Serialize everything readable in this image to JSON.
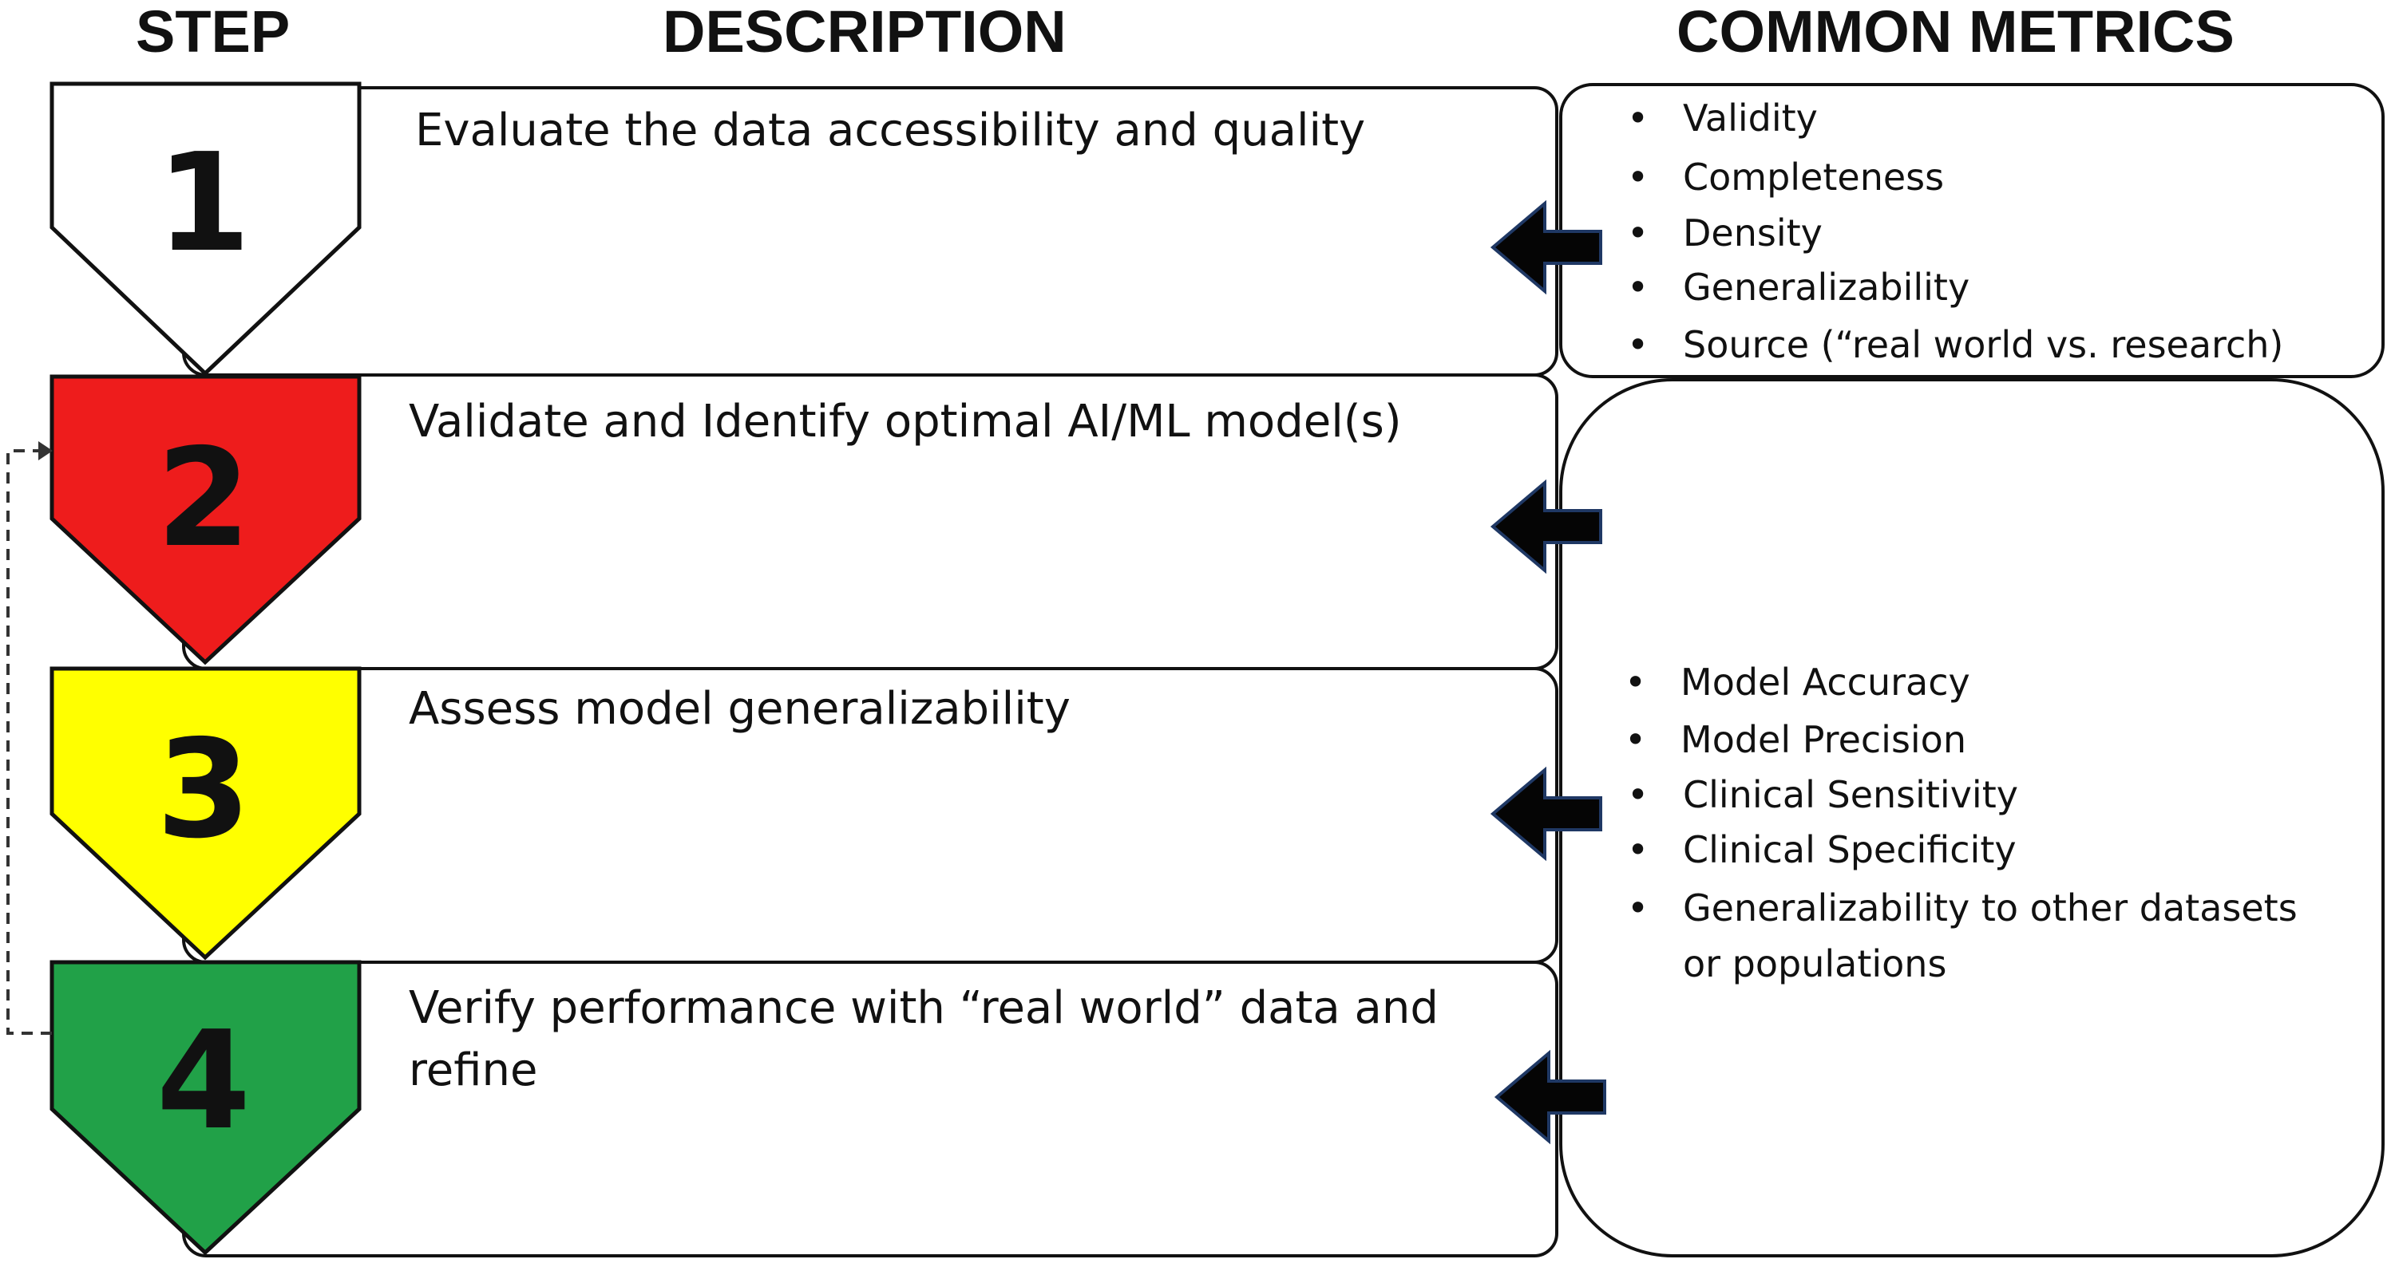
{
  "headers": {
    "step": "STEP",
    "description": "DESCRIPTION",
    "metrics": "COMMON METRICS"
  },
  "steps": [
    {
      "number": "1",
      "color": "#ffffff",
      "description": "Evaluate the data accessibility and quality"
    },
    {
      "number": "2",
      "color": "#ee1c1c",
      "description": "Validate and Identify optimal AI/ML model(s)"
    },
    {
      "number": "3",
      "color": "#ffff00",
      "description": "Assess model generalizability"
    },
    {
      "number": "4",
      "color": "#21a148",
      "description_lines": [
        "Verify performance with “real world” data and",
        "refine"
      ]
    }
  ],
  "metrics": {
    "bullet": "•",
    "data_metrics": [
      "Validity",
      "Completeness",
      "Density",
      "Generalizability",
      "Source (“real world vs. research)"
    ],
    "model_metrics": [
      "Model Accuracy",
      "Model Precision",
      "Clinical Sensitivity",
      "Clinical Specificity",
      "Generalizability to other datasets",
      "or populations"
    ]
  },
  "colors": {
    "outline": "#111111",
    "arrow_fill": "#050505",
    "arrow_outline": "#1f3864",
    "feedback_line": "#333333"
  },
  "icons": {
    "metric_arrow": "arrow-left-icon",
    "feedback_loop": "loop-arrow-icon"
  }
}
